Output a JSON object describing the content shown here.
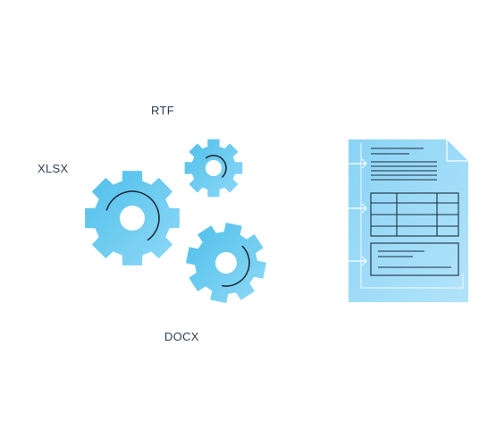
{
  "formats": {
    "rtf": "RTF",
    "xlsx": "XLSX",
    "docx": "DOCX"
  },
  "icons": {
    "gears": [
      "gear-large-icon",
      "gear-small-icon",
      "gear-medium-icon"
    ],
    "output": "document-icon"
  },
  "colors": {
    "gear": "#5cc3ec",
    "gear_light": "#86d5f4",
    "document": "#9fdcf8",
    "line": "#1f2d3d",
    "label": "#2e3f55"
  }
}
